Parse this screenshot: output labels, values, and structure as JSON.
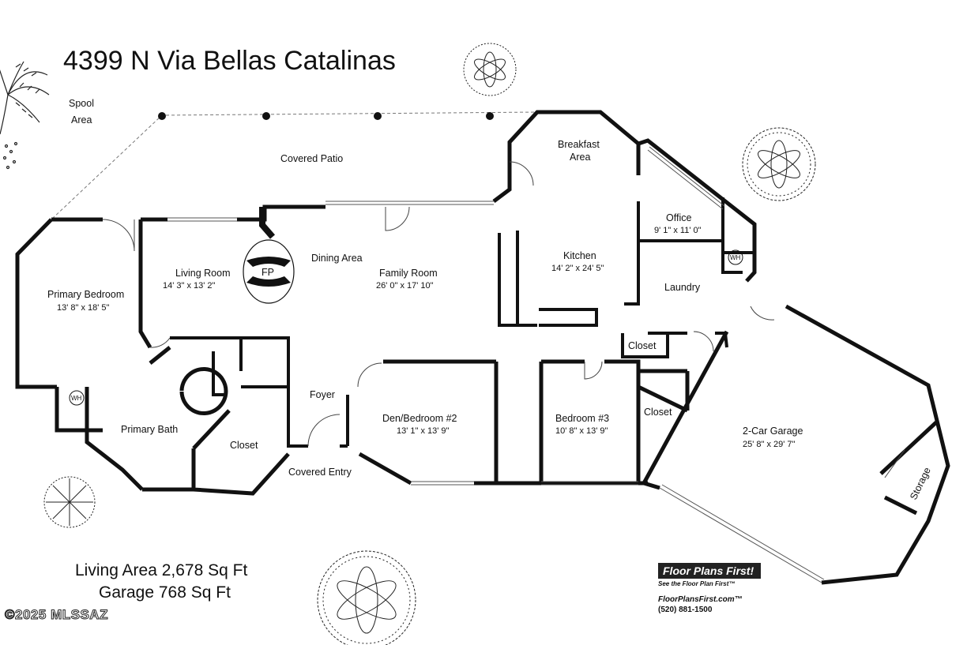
{
  "title": "4399 N Via Bellas Catalinas",
  "living_area": "Living Area 2,678 Sq Ft",
  "garage_area": "Garage 768 Sq Ft",
  "copyright": "©2025 MLSSAZ",
  "logo": {
    "brand_a": "Floor Plans",
    "brand_b": "First!",
    "tagline": "See the Floor Plan First™",
    "url": "FloorPlansFirst.com™",
    "phone": "(520) 881-1500"
  },
  "rooms": {
    "spool": [
      "Spool",
      "Area"
    ],
    "covered_patio": "Covered Patio",
    "breakfast": [
      "Breakfast",
      "Area"
    ],
    "office": {
      "name": "Office",
      "dims": "9' 1\" x 11' 0\""
    },
    "wh_office": "WH",
    "kitchen": {
      "name": "Kitchen",
      "dims": "14' 2\" x 24' 5\""
    },
    "laundry": "Laundry",
    "living": {
      "name": "Living Room",
      "dims": "14' 3\" x 13' 2\""
    },
    "fp": "FP",
    "dining": "Dining Area",
    "family": {
      "name": "Family Room",
      "dims": "26' 0\" x 17' 10\""
    },
    "primary_bed": {
      "name": "Primary Bedroom",
      "dims": "13' 8\" x 18' 5\""
    },
    "closet_mid": "Closet",
    "closet_b3": "Closet",
    "closet_bath": "Closet",
    "foyer": "Foyer",
    "den": {
      "name": "Den/Bedroom #2",
      "dims": "13' 1\" x 13' 9\""
    },
    "bed3": {
      "name": "Bedroom #3",
      "dims": "10' 8\" x 13' 9\""
    },
    "garage": {
      "name": "2-Car Garage",
      "dims": "25' 8\" x 29' 7\""
    },
    "storage": "Storage",
    "primary_bath": "Primary Bath",
    "wh_bath": "WH",
    "covered_entry": "Covered Entry"
  }
}
